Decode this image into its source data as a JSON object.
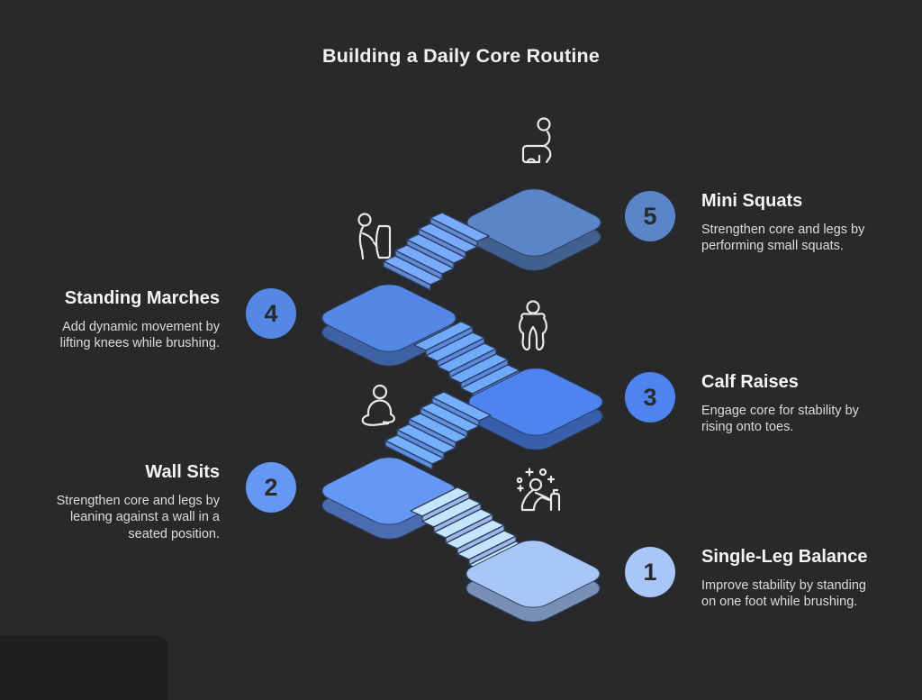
{
  "title": "Building a Daily Core Routine",
  "palette": {
    "background": "#28292b",
    "title_color": "#f2f2f2",
    "step_title_color": "#f5f5f5",
    "description_color": "#dcdcdc",
    "number_color": "#2a2a2a",
    "outline_color": "#2e3d5c",
    "icon_color": "#e8e8e8"
  },
  "steps": [
    {
      "number": "1",
      "title": "Single-Leg Balance",
      "description": "Improve stability by standing on one foot while brushing.",
      "color": "#a9c6fa",
      "icon": "person-kneeling-sparkles-icon",
      "side": "right"
    },
    {
      "number": "2",
      "title": "Wall Sits",
      "description": "Strengthen core and legs by leaning against a wall in a seated position.",
      "color": "#6598f4",
      "icon": "person-sitting-crosslegged-icon",
      "side": "left"
    },
    {
      "number": "3",
      "title": "Calf Raises",
      "description": "Engage core for stability by rising onto toes.",
      "color": "#4d84f0",
      "icon": "person-crouching-icon",
      "side": "right"
    },
    {
      "number": "4",
      "title": "Standing Marches",
      "description": "Add dynamic movement by lifting knees while brushing.",
      "color": "#5488e4",
      "icon": "person-at-sink-icon",
      "side": "left"
    },
    {
      "number": "5",
      "title": "Mini Squats",
      "description": "Strengthen core and legs by performing small squats.",
      "color": "#5a85c8",
      "icon": "person-on-stool-icon",
      "side": "right"
    }
  ]
}
